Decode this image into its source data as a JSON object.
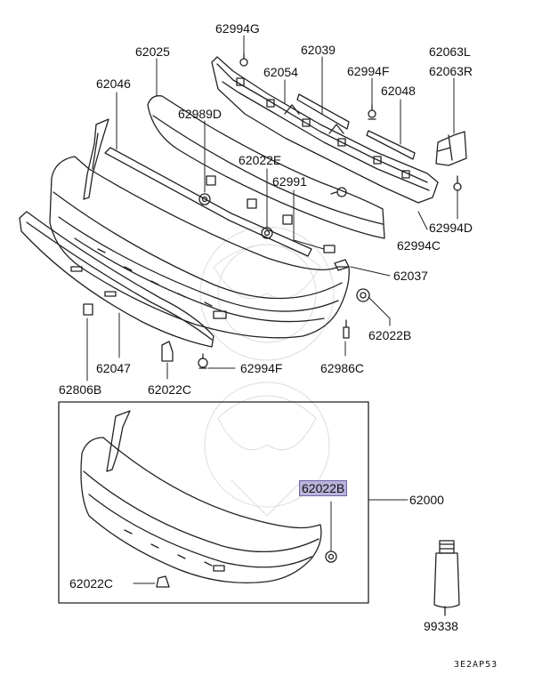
{
  "diagram": {
    "part_labels": {
      "p62994G": "62994G",
      "p62025": "62025",
      "p62039": "62039",
      "p62063L": "62063L",
      "p62063R": "62063R",
      "p62054": "62054",
      "p62994F_top": "62994F",
      "p62046": "62046",
      "p62048": "62048",
      "p62989D": "62989D",
      "p62022E": "62022E",
      "p62991": "62991",
      "p62994D": "62994D",
      "p62994C": "62994C",
      "p62037": "62037",
      "p62022B_top": "62022B",
      "p62047": "62047",
      "p62994F_bottom": "62994F",
      "p62986C": "62986C",
      "p62806B": "62806B",
      "p62022C_top": "62022C",
      "p62022B_box": "62022B",
      "p62000": "62000",
      "p62022C_box": "62022C",
      "p99338": "99338"
    },
    "diagram_code": "3E2AP53",
    "colors": {
      "line": "#222222",
      "highlight": "#b9b3da"
    }
  }
}
